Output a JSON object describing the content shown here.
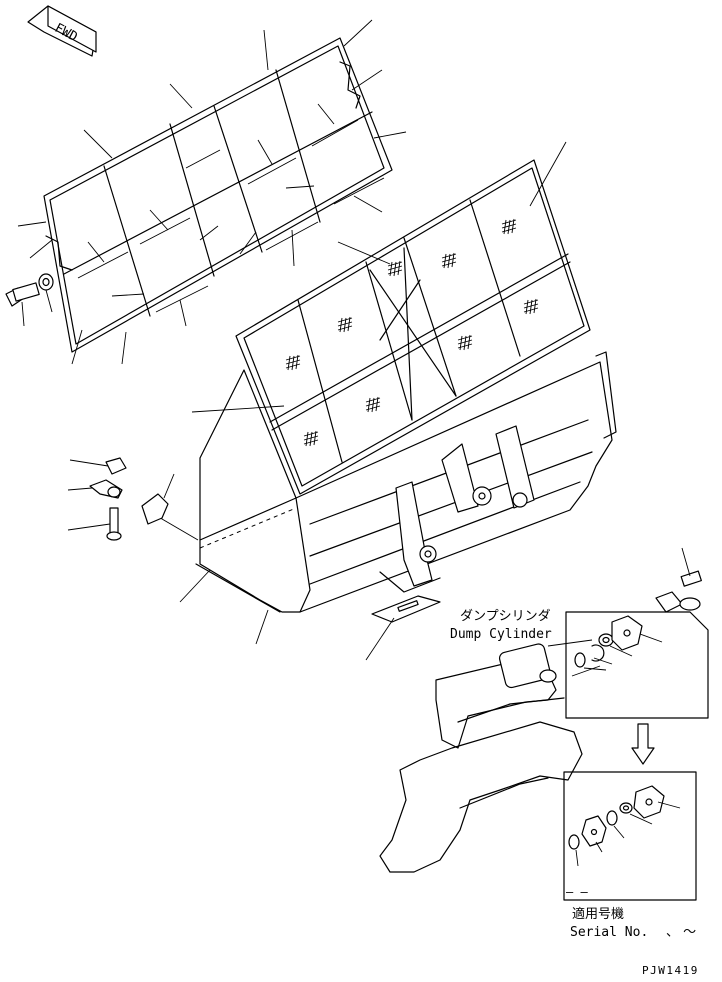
{
  "direction_badge": {
    "label": "FWD"
  },
  "dump_cylinder": {
    "label_jp": "ダンプシリンダ",
    "label_en": "Dump Cylinder"
  },
  "applicability": {
    "dash": "— —",
    "label_jp": "適用号機",
    "serial_label": "Serial No.",
    "serial_suffix": "、 〜"
  },
  "figure_code": "PJW1419"
}
